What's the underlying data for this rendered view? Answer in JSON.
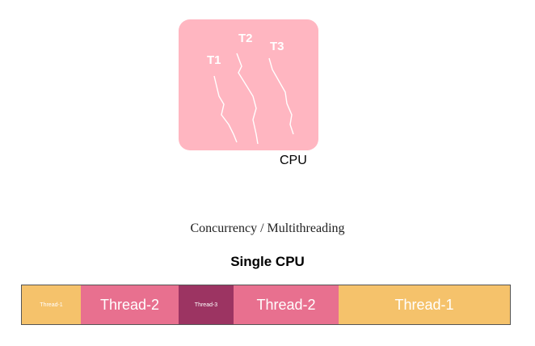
{
  "cpu": {
    "threads": [
      {
        "label": "T1"
      },
      {
        "label": "T2"
      },
      {
        "label": "T3"
      }
    ],
    "label": "CPU",
    "box_color": "#ffb6c1"
  },
  "caption": "Concurrency / Multithreading",
  "subtitle": "Single CPU",
  "timeline": {
    "segments": [
      {
        "label": "Thread-1",
        "color": "#f5c26b",
        "size": "small"
      },
      {
        "label": "Thread-2",
        "color": "#e8708f",
        "size": "big"
      },
      {
        "label": "Thread-3",
        "color": "#9c3462",
        "size": "small"
      },
      {
        "label": "Thread-2",
        "color": "#e8708f",
        "size": "big"
      },
      {
        "label": "Thread-1",
        "color": "#f5c26b",
        "size": "big"
      }
    ]
  }
}
